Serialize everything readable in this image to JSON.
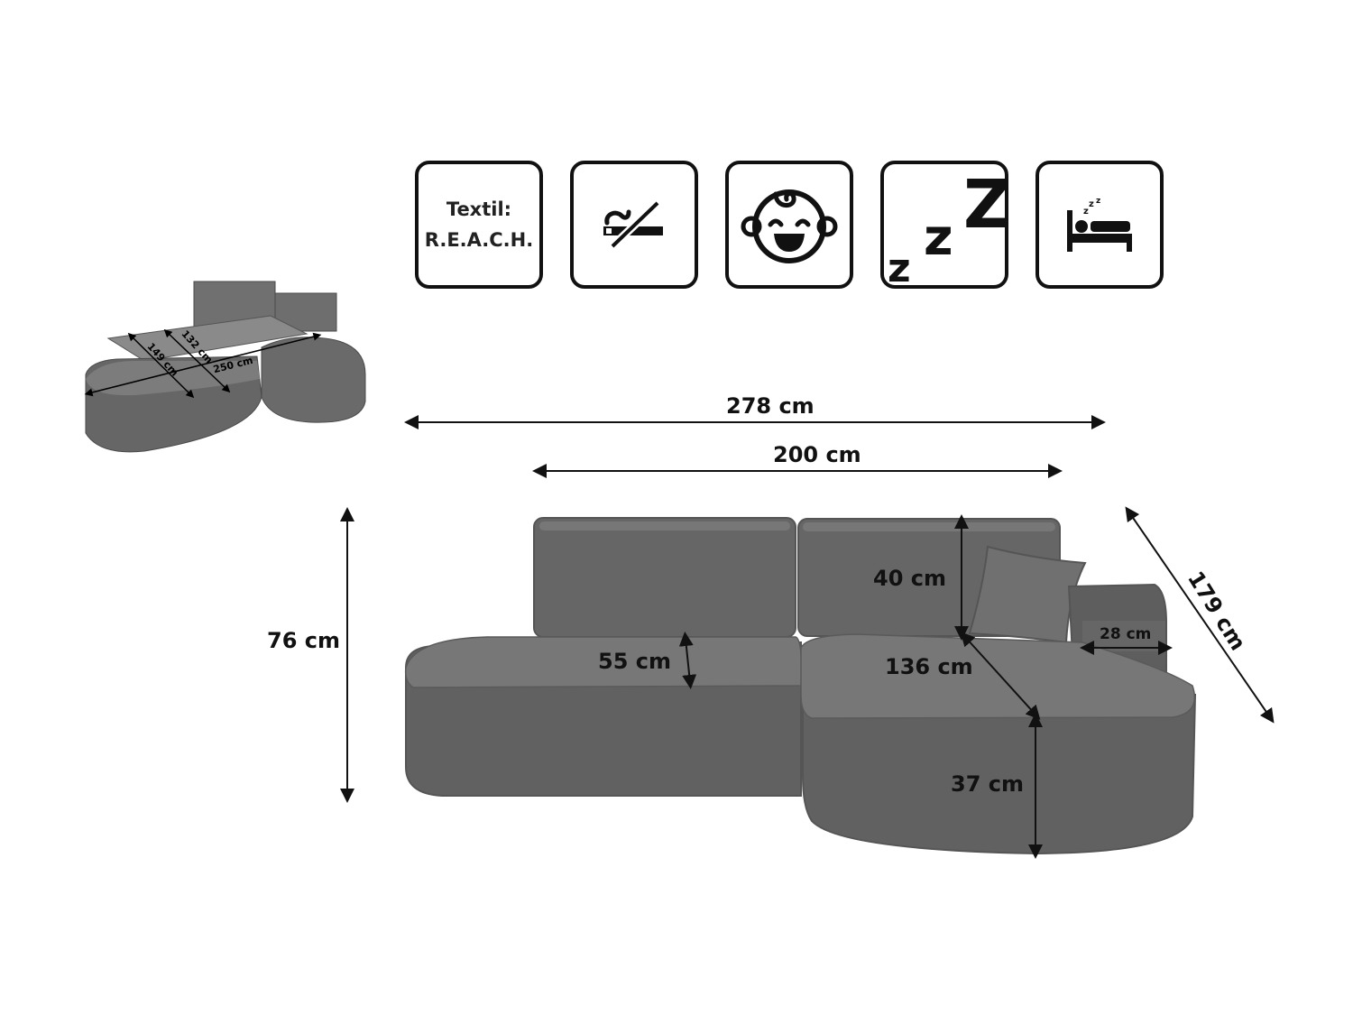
{
  "features": {
    "textile_label_line1": "Textil:",
    "textile_label_line2": "R.E.A.C.H.",
    "icons": [
      "textile-reach",
      "no-smoking-icon",
      "child-friendly-icon",
      "sleep-zzz-icon",
      "bed-function-icon"
    ]
  },
  "thumbnail": {
    "dim_149": "149 cm",
    "dim_132": "132 cm",
    "dim_250": "250 cm"
  },
  "dimensions": {
    "total_width": "278 cm",
    "backrest_width": "200 cm",
    "total_height": "76 cm",
    "depth_corner": "179 cm",
    "backrest_height": "40 cm",
    "seat_depth": "55 cm",
    "chaise_depth": "136 cm",
    "armrest_width": "28 cm",
    "seat_height": "37 cm"
  },
  "colors": {
    "sofa": "#6a6a6a",
    "sofa_dark": "#555555",
    "sofa_light": "#7c7c7c",
    "lines": "#111111"
  }
}
